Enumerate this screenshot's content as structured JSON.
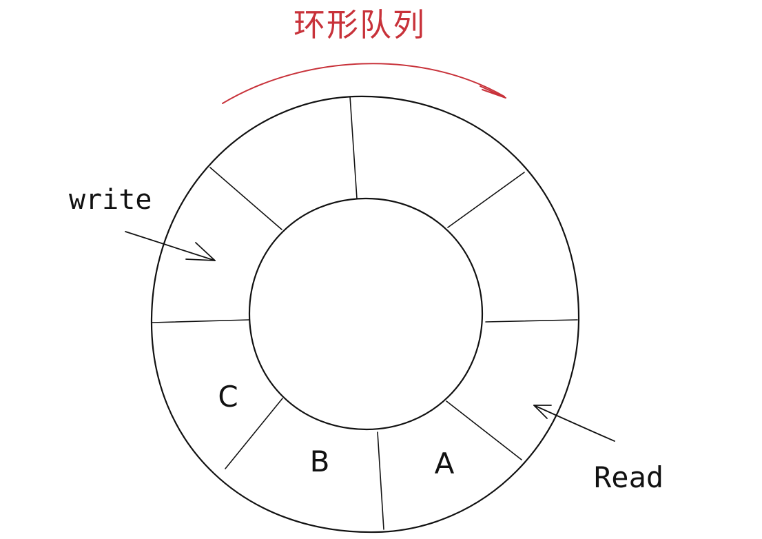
{
  "diagram": {
    "title": "环形队列",
    "title_color": "#c8323a",
    "ink_color": "#111111",
    "labels": {
      "write": "write",
      "read": "Read"
    },
    "slots": [
      {
        "content": "C"
      },
      {
        "content": "B"
      },
      {
        "content": "A"
      }
    ]
  }
}
